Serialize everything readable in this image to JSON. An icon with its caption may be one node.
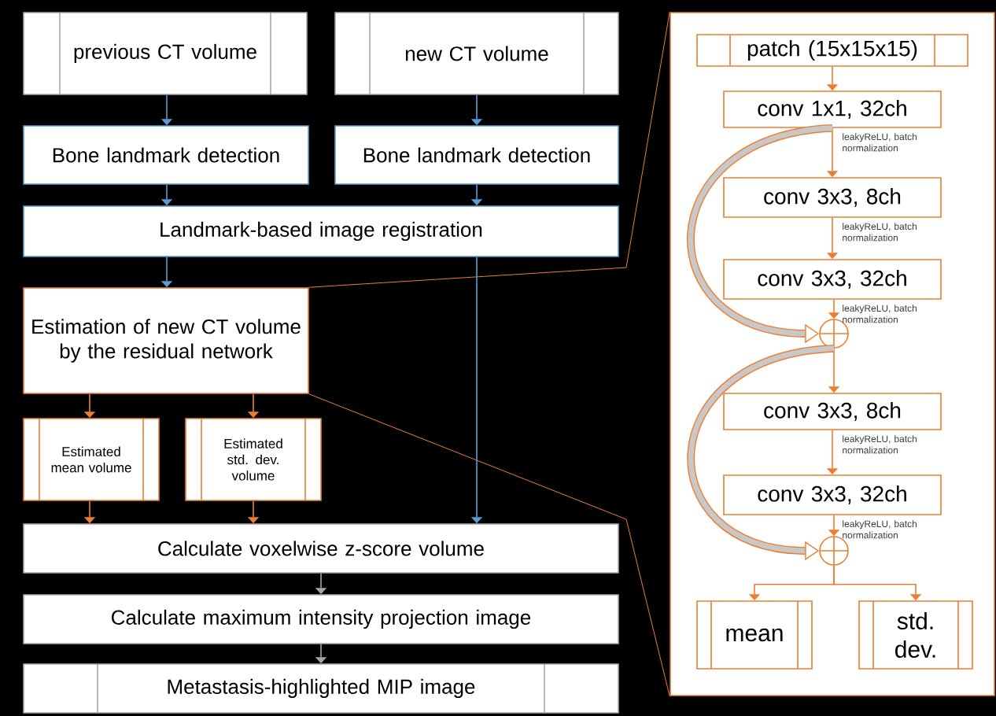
{
  "diagram": {
    "nodes": [
      {
        "text": [
          "previous CT volume"
        ]
      },
      {
        "text": [
          "new CT volume"
        ]
      },
      {
        "text": [
          "Bone landmark detection"
        ]
      },
      {
        "text": [
          "Bone landmark detection"
        ]
      },
      {
        "text": [
          "Landmark-based image registration"
        ]
      },
      {
        "text": [
          "Estimation of new CT volume by the residual network"
        ]
      },
      {
        "text": [
          "Estimated mean volume"
        ]
      },
      {
        "text": [
          "Estimated std. dev. volume"
        ]
      },
      {
        "text": [
          "Calculate voxelwise z-score volume"
        ]
      },
      {
        "text": [
          "Calculate maximum intensity projection image"
        ]
      },
      {
        "text": [
          "Metastasis-highlighted MIP image"
        ]
      },
      {
        "text": [],
        "shape": "box"
      },
      {
        "text": [
          "patch (15x15x15)"
        ],
        "in": 11
      },
      {
        "text": [
          "conv 1x1, 32ch"
        ],
        "in": 11
      },
      {
        "text": [
          "conv 3x3, 8ch"
        ],
        "in": 11
      },
      {
        "text": [
          "conv 3x3, 32ch"
        ],
        "in": 11
      },
      {
        "text": [],
        "shape": "circle",
        "in": 11
      },
      {
        "text": [
          "conv 3x3, 8ch"
        ],
        "in": 11
      },
      {
        "text": [
          "conv 3x3, 32ch"
        ],
        "in": 11
      },
      {
        "text": [],
        "shape": "circle",
        "in": 11
      },
      {
        "text": [
          "mean"
        ],
        "in": 11
      },
      {
        "text": [
          "std. dev."
        ],
        "in": 11
      }
    ],
    "edges": [
      {
        "from": 0,
        "to": 2,
        "arrow": "to",
        "color": "#5b9bd5"
      },
      {
        "from": 1,
        "to": 3,
        "arrow": "to",
        "color": "#5b9bd5"
      },
      {
        "from": 2,
        "to": 4,
        "arrow": "to",
        "color": "#5b9bd5"
      },
      {
        "from": 3,
        "to": 4,
        "arrow": "to",
        "color": "#5b9bd5"
      },
      {
        "from": 4,
        "to": 5,
        "arrow": "to",
        "color": "#5b9bd5"
      },
      {
        "from": 4,
        "to": 8,
        "arrow": "to",
        "color": "#5b9bd5"
      },
      {
        "from": 5,
        "to": 6,
        "arrow": "to",
        "color": "#ed7d31"
      },
      {
        "from": 5,
        "to": 7,
        "arrow": "to",
        "color": "#ed7d31"
      },
      {
        "from": 6,
        "to": 8,
        "arrow": "to",
        "color": "#ed7d31"
      },
      {
        "from": 7,
        "to": 8,
        "arrow": "to",
        "color": "#ed7d31"
      },
      {
        "from": 8,
        "to": 9,
        "arrow": "to",
        "color": "#a6a6a6"
      },
      {
        "from": 9,
        "to": 10,
        "arrow": "to",
        "color": "#a6a6a6"
      },
      {
        "from": 12,
        "to": 13,
        "arrow": "to",
        "color": "#ed7d31"
      },
      {
        "from": 13,
        "to": 14,
        "arrow": "to",
        "color": "#ed7d31",
        "label": "leakyReLU, batch normalization"
      },
      {
        "from": 14,
        "to": 15,
        "arrow": "to",
        "color": "#ed7d31",
        "label": "leakyReLU, batch normalization"
      },
      {
        "from": 15,
        "to": 16,
        "arrow": "to",
        "color": "#ed7d31",
        "label": "leakyReLU, batch normalization"
      },
      {
        "from": 13,
        "to": 16,
        "arrow": "to",
        "color": "#ed7d31",
        "style": "thick"
      },
      {
        "from": 16,
        "to": 17,
        "arrow": "to",
        "color": "#ed7d31"
      },
      {
        "from": 17,
        "to": 18,
        "arrow": "to",
        "color": "#ed7d31",
        "label": "leakyReLU, batch normalization"
      },
      {
        "from": 18,
        "to": 19,
        "arrow": "to",
        "color": "#ed7d31",
        "label": "leakyReLU, batch normalization"
      },
      {
        "from": 16,
        "to": 19,
        "arrow": "to",
        "color": "#ed7d31",
        "style": "thick"
      },
      {
        "from": 19,
        "to": 20,
        "arrow": "to",
        "color": "#ed7d31"
      },
      {
        "from": 19,
        "to": 21,
        "arrow": "to",
        "color": "#ed7d31"
      },
      {
        "from": 5,
        "to": 11,
        "arrow": "none",
        "color": "#ed7d31"
      },
      {
        "from": 5,
        "to": 11,
        "arrow": "none",
        "color": "#ed7d31"
      }
    ]
  }
}
